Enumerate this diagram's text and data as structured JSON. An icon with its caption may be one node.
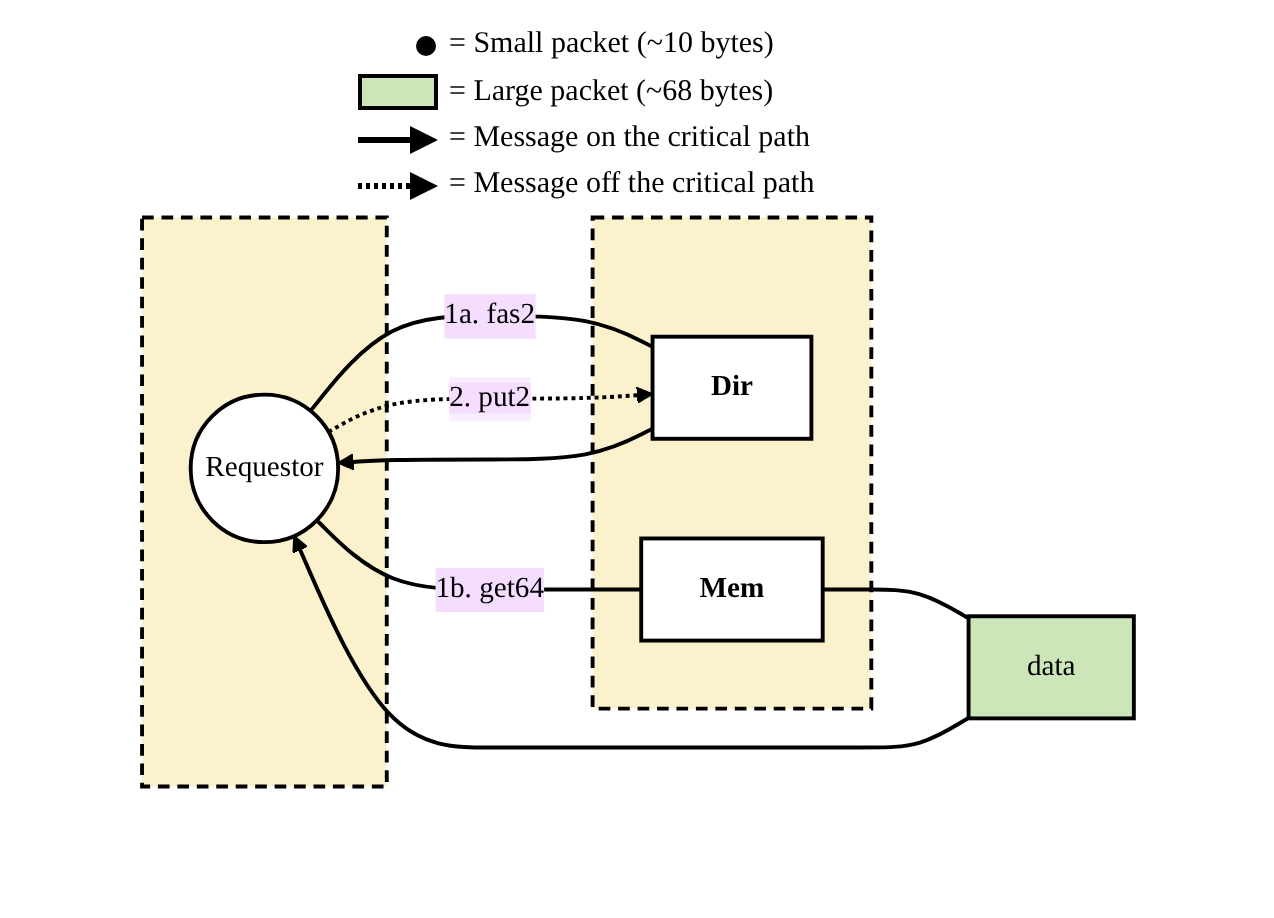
{
  "diagram": {
    "nodes": [
      {
        "text": [],
        "shape": "box"
      },
      {
        "text": [
          "Requestor"
        ],
        "in": 0
      },
      {
        "text": [],
        "shape": "box"
      },
      {
        "text": [
          "Dir"
        ],
        "in": 2
      },
      {
        "text": [
          "Mem"
        ],
        "in": 2
      },
      {
        "text": [
          "data"
        ]
      }
    ],
    "edges": [
      {
        "from": 1,
        "to": 3,
        "arrow": "none",
        "label": "1a. fas2"
      },
      {
        "from": 3,
        "to": 1,
        "arrow": "to"
      },
      {
        "from": 1,
        "to": 4,
        "arrow": "none",
        "label": "1b. get64"
      },
      {
        "from": 4,
        "to": 5,
        "arrow": "none"
      },
      {
        "from": 5,
        "to": 1,
        "arrow": "to"
      },
      {
        "from": 1,
        "to": 3,
        "arrow": "to",
        "label": "2. put2",
        "style": "dashed"
      }
    ],
    "legend": [
      {
        "text": "= Small packet (~10 bytes)"
      },
      {
        "text": "= Large packet (~68 bytes)",
        "color": "#cce5b9"
      },
      {
        "text": "= Message on the critical path"
      },
      {
        "text": "= Message off the critical path"
      }
    ]
  }
}
